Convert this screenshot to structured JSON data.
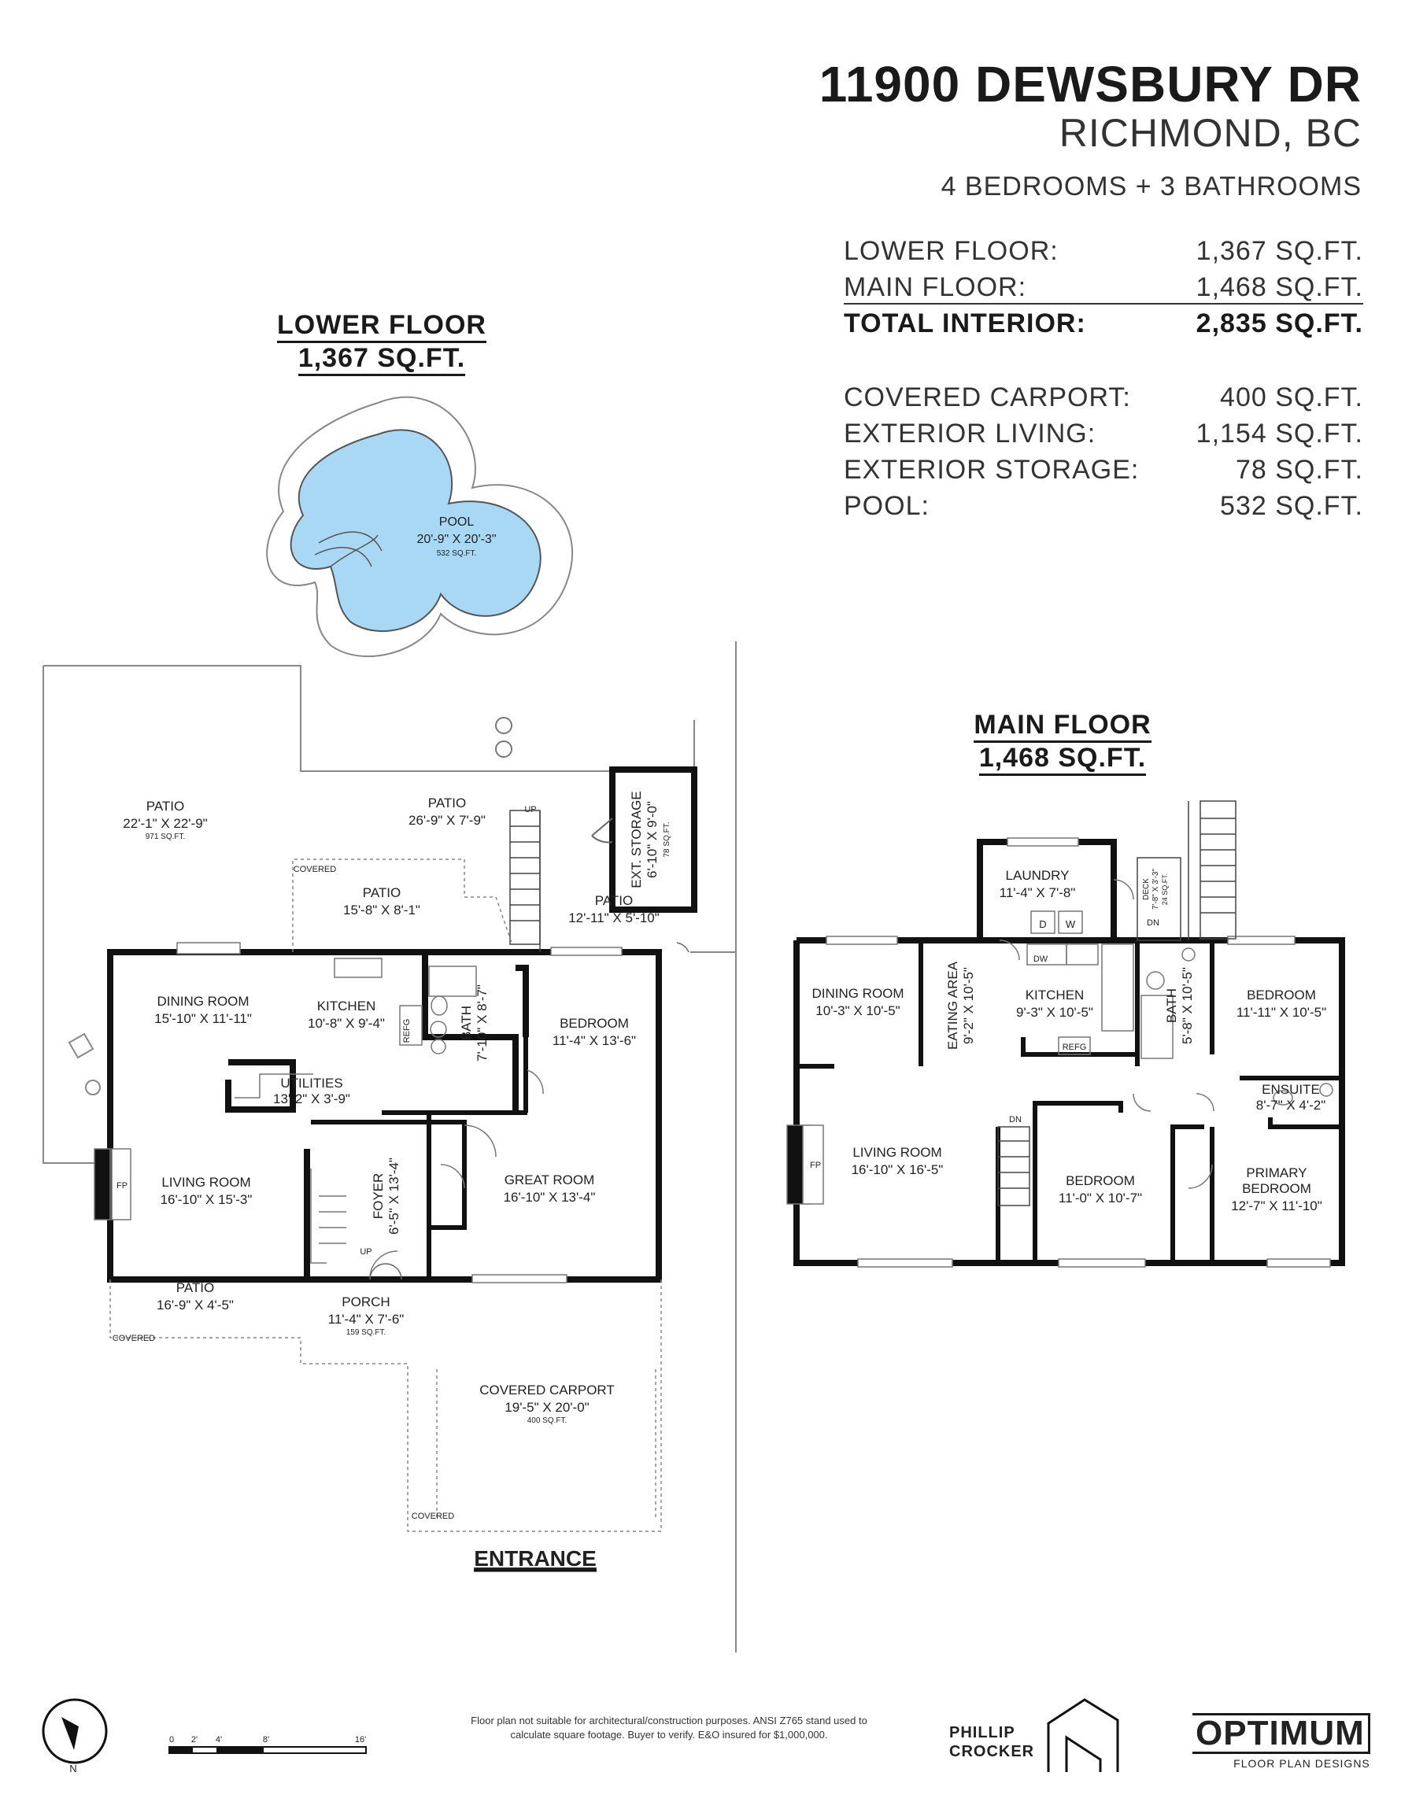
{
  "header": {
    "address": "11900 DEWSBURY DR",
    "city": "RICHMOND, BC",
    "summary": "4 BEDROOMS + 3 BATHROOMS"
  },
  "areas": [
    {
      "label": "LOWER FLOOR:",
      "value": "1,367 SQ.FT."
    },
    {
      "label": "MAIN FLOOR:",
      "value": "1,468 SQ.FT."
    },
    {
      "label": "TOTAL INTERIOR:",
      "value": "2,835 SQ.FT."
    },
    {
      "label": "COVERED CARPORT:",
      "value": "400 SQ.FT."
    },
    {
      "label": "EXTERIOR LIVING:",
      "value": "1,154 SQ.FT."
    },
    {
      "label": "EXTERIOR STORAGE:",
      "value": "78 SQ.FT."
    },
    {
      "label": "POOL:",
      "value": "532 SQ.FT."
    }
  ],
  "lower_floor": {
    "title": "LOWER FLOOR",
    "area": "1,367 SQ.FT.",
    "pool": {
      "name": "POOL",
      "dims": "20'-9\" X 20'-3\"",
      "area": "532 SQ.FT."
    },
    "rooms": {
      "patio_big": {
        "name": "PATIO",
        "dims": "22'-1\" X 22'-9\"",
        "area": "971 SQ.FT."
      },
      "patio_top": {
        "name": "PATIO",
        "dims": "26'-9\" X 7'-9\""
      },
      "patio_covered": {
        "name": "PATIO",
        "dims": "15'-8\" X 8'-1\""
      },
      "patio_right": {
        "name": "PATIO",
        "dims": "12'-11\" X 5'-10\""
      },
      "ext_storage": {
        "name": "EXT. STORAGE",
        "dims": "6'-10\" X 9'-0\"",
        "area": "78 SQ.FT."
      },
      "dining": {
        "name": "DINING ROOM",
        "dims": "15'-10\" X 11'-11\""
      },
      "kitchen": {
        "name": "KITCHEN",
        "dims": "10'-8\" X 9'-4\""
      },
      "bath": {
        "name": "BATH",
        "dims": "7'-10\" X 8'-7\""
      },
      "bedroom": {
        "name": "BEDROOM",
        "dims": "11'-4\" X 13'-6\""
      },
      "utilities": {
        "name": "UTILITIES",
        "dims": "13'-2\" X 3'-9\""
      },
      "living": {
        "name": "LIVING ROOM",
        "dims": "16'-10\" X 15'-3\""
      },
      "foyer": {
        "name": "FOYER",
        "dims": "6'-5\" X 13'-4\""
      },
      "great": {
        "name": "GREAT ROOM",
        "dims": "16'-10\" X 13'-4\""
      },
      "patio_front": {
        "name": "PATIO",
        "dims": "16'-9\" X 4'-5\""
      },
      "porch": {
        "name": "PORCH",
        "dims": "11'-4\" X 7'-6\"",
        "area": "159 SQ.FT."
      },
      "carport": {
        "name": "COVERED CARPORT",
        "dims": "19'-5\" X 20'-0\"",
        "area": "400 SQ.FT."
      }
    },
    "labels": {
      "covered": "COVERED",
      "up": "UP",
      "refg": "REFG",
      "fp": "FP",
      "entrance": "ENTRANCE"
    }
  },
  "main_floor": {
    "title": "MAIN FLOOR",
    "area": "1,468 SQ.FT.",
    "rooms": {
      "laundry": {
        "name": "LAUNDRY",
        "dims": "11'-4\" X 7'-8\""
      },
      "deck": {
        "name": "DECK",
        "dims": "7'-8\" X 3'-3\"",
        "area": "24 SQ.FT."
      },
      "dining": {
        "name": "DINING ROOM",
        "dims": "10'-3\" X 10'-5\""
      },
      "eating": {
        "name": "EATING AREA",
        "dims": "9'-2\" X 10'-5\""
      },
      "kitchen": {
        "name": "KITCHEN",
        "dims": "9'-3\" X 10'-5\""
      },
      "bath": {
        "name": "BATH",
        "dims": "5'-8\" X 10'-5\""
      },
      "bedroom1": {
        "name": "BEDROOM",
        "dims": "11'-11\" X 10'-5\""
      },
      "ensuite": {
        "name": "ENSUITE",
        "dims": "8'-7\" X 4'-2\""
      },
      "living": {
        "name": "LIVING ROOM",
        "dims": "16'-10\" X 16'-5\""
      },
      "bedroom2": {
        "name": "BEDROOM",
        "dims": "11'-0\" X 10'-7\""
      },
      "primary": {
        "name": "PRIMARY",
        "name2": "BEDROOM",
        "dims": "12'-7\" X 11'-10\""
      }
    },
    "labels": {
      "dn": "DN",
      "d": "D",
      "w": "W",
      "dw": "DW",
      "refg": "REFG",
      "fp": "FP"
    }
  },
  "footer": {
    "compass": "N",
    "scale": [
      "0",
      "2'",
      "4'",
      "8'",
      "16'"
    ],
    "disclaimer1": "Floor plan not suitable for architectural/construction purposes. ANSI Z765 stand used to",
    "disclaimer2": "calculate square footage. Buyer to verify.  E&O insured for $1,000,000.",
    "brand1_line1": "PHILLIP",
    "brand1_line2": "CROCKER",
    "brand2": "OPTIMUM",
    "brand2_sub": "FLOOR PLAN DESIGNS"
  },
  "colors": {
    "pool": "#a9d8f5",
    "wall": "#111111"
  }
}
